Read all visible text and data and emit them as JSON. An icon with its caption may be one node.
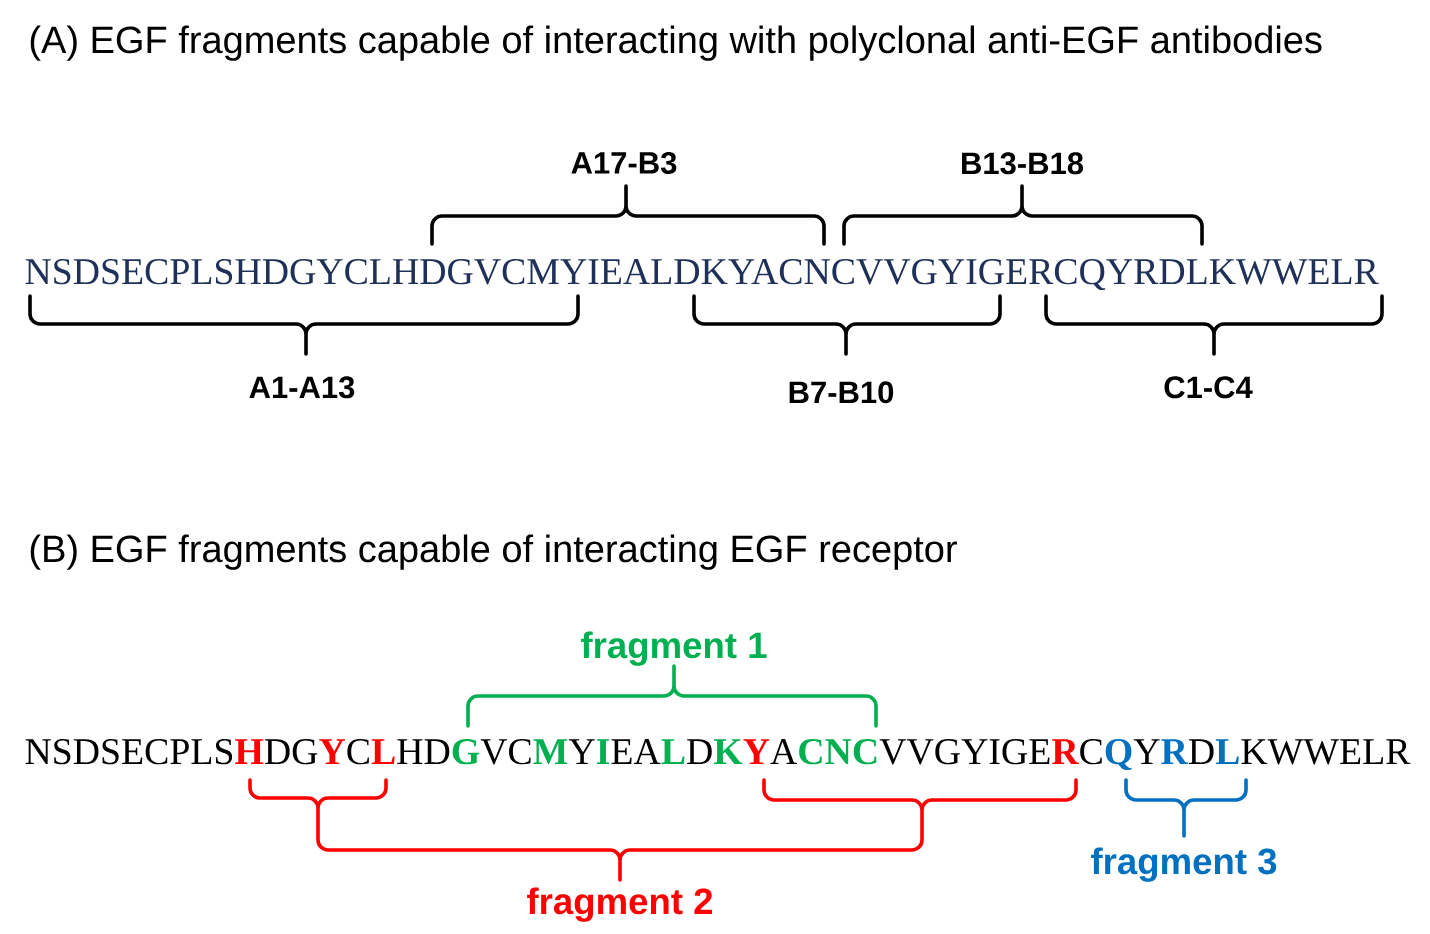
{
  "diagram": {
    "labels": [
      "(A) EGF fragments capable of interacting with polyclonal anti-EGF antibodies",
      "A17-B3",
      "B13-B18",
      "NSDSECPLSHDGYCLHDGVCMYIEALDKYACNCVVGYIGERCQYRDLKWWELR",
      "A1-A13",
      "B7-B10",
      "C1-C4",
      "(B) EGF fragments capable of interacting EGF receptor",
      "fragment 1",
      "NSDSECPLS**H**DG**Y**C**L**HD**G**VC**M**Y**I**EA**L**D**K****Y**A**CNC**VVGYIGE**R**C**Q**Y**R**D**L**KWWELR",
      "fragment 2",
      "fragment 3"
    ]
  }
}
